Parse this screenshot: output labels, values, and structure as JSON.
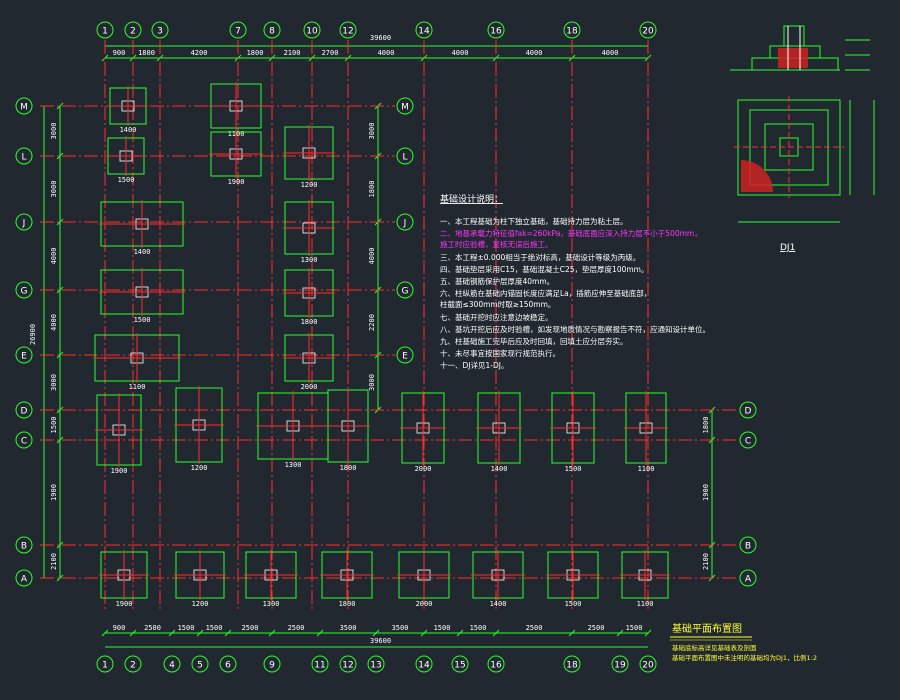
{
  "colors": {
    "background": "#212830",
    "grid_line": "#ff2d2d",
    "footing": "#2bff2b",
    "dimension": "#2bff2b",
    "text": "#ffffff",
    "highlight": "#ff33ff",
    "title": "#ffff33"
  },
  "axes": {
    "columns_top": [
      "1",
      "2",
      "3",
      "7",
      "8",
      "10",
      "12",
      "14",
      "16",
      "18",
      "20"
    ],
    "columns_bottom": [
      "1",
      "2",
      "4",
      "5",
      "6",
      "9",
      "11",
      "12",
      "13",
      "14",
      "15",
      "16",
      "18",
      "19",
      "20"
    ],
    "rows": [
      "M",
      "L",
      "J",
      "G",
      "E",
      "D",
      "C",
      "B",
      "A"
    ]
  },
  "dimensions": {
    "top_total": "39600",
    "bottom_total": "39600",
    "left_total": "26900",
    "top_segments": [
      "900",
      "1800",
      "4200",
      "1800",
      "2100",
      "2700",
      "4000",
      "4000",
      "4000",
      "4000"
    ],
    "bottom_segments": [
      "900",
      "2500",
      "1500",
      "1500",
      "2500",
      "2500",
      "3500",
      "3500",
      "1500",
      "1500",
      "2500",
      "2500",
      "1500"
    ],
    "left_segments": [
      "3000",
      "3000",
      "4000",
      "4000",
      "3000",
      "1500",
      "1900",
      "2100"
    ],
    "right_segments": [
      "3000",
      "1800",
      "4000",
      "2200",
      "3000",
      "1800",
      "1900",
      "2100"
    ]
  },
  "notes": {
    "heading": "基础设计说明：",
    "items": [
      "一、本工程基础为柱下独立基础，基础持力层为粘土层。",
      "二、地基承载力特征值fak=260kPa，基础底面应深入持力层不小于500mm，",
      "    施工时应验槽，复核无误后施工。",
      "三、本工程±0.000相当于绝对标高，基础设计等级为丙级。",
      "四、基础垫层采用C15，基础混凝土C25，垫层厚度100mm。",
      "五、基础钢筋保护层厚度40mm。",
      "六、柱纵筋在基础内锚固长度应满足La，插筋应伸至基础底部，",
      "    柱截面≤300mm时取≥150mm。",
      "七、基础开挖时应注意边坡稳定。",
      "八、基坑开挖后应及时验槽，如发现地质情况与勘察报告不符，应通知设计单位。",
      "九、柱基础施工完毕后应及时回填，回填土应分层夯实。",
      "十、未尽事宜按国家现行规范执行。",
      "十一、DJ详见1-DJ。"
    ]
  },
  "detail": {
    "label": "DJ1"
  },
  "title_block": {
    "title": "基础平面布置图",
    "subtitle_1": "基础底标高详见基础表及剖面",
    "subtitle_2": "基础平面布置图中未注明的基础均为DJ1，比例1:2"
  },
  "footing_labels": [
    "1400",
    "1500",
    "1100",
    "1900",
    "1200",
    "1300",
    "1800",
    "2000"
  ]
}
